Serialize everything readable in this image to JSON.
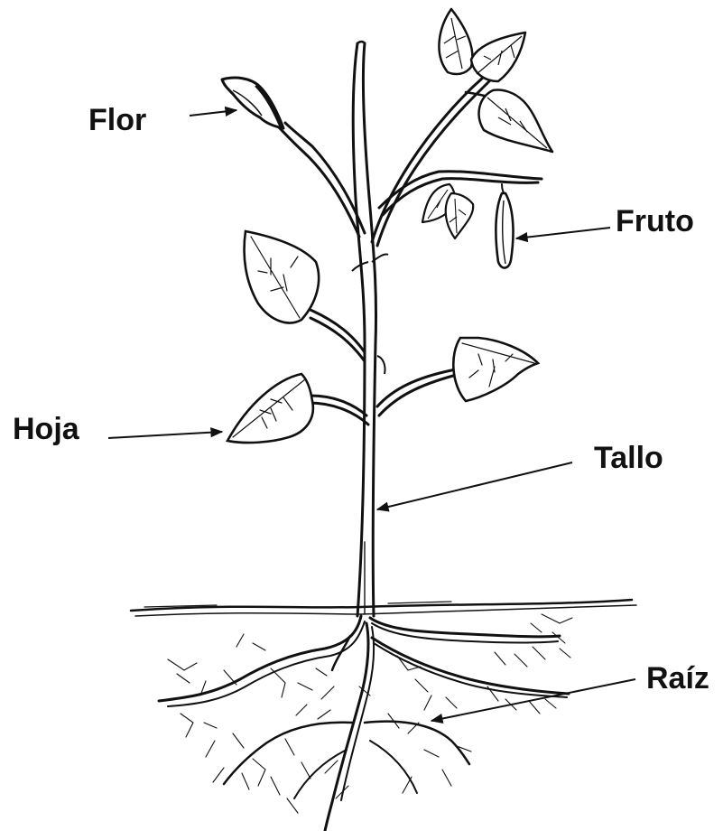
{
  "labels": {
    "flower": "Flor",
    "fruit": "Fruto",
    "leaf": "Hoja",
    "stem": "Tallo",
    "root": "Raíz"
  },
  "colors": {
    "ink": "#111111",
    "background": "#ffffff"
  }
}
